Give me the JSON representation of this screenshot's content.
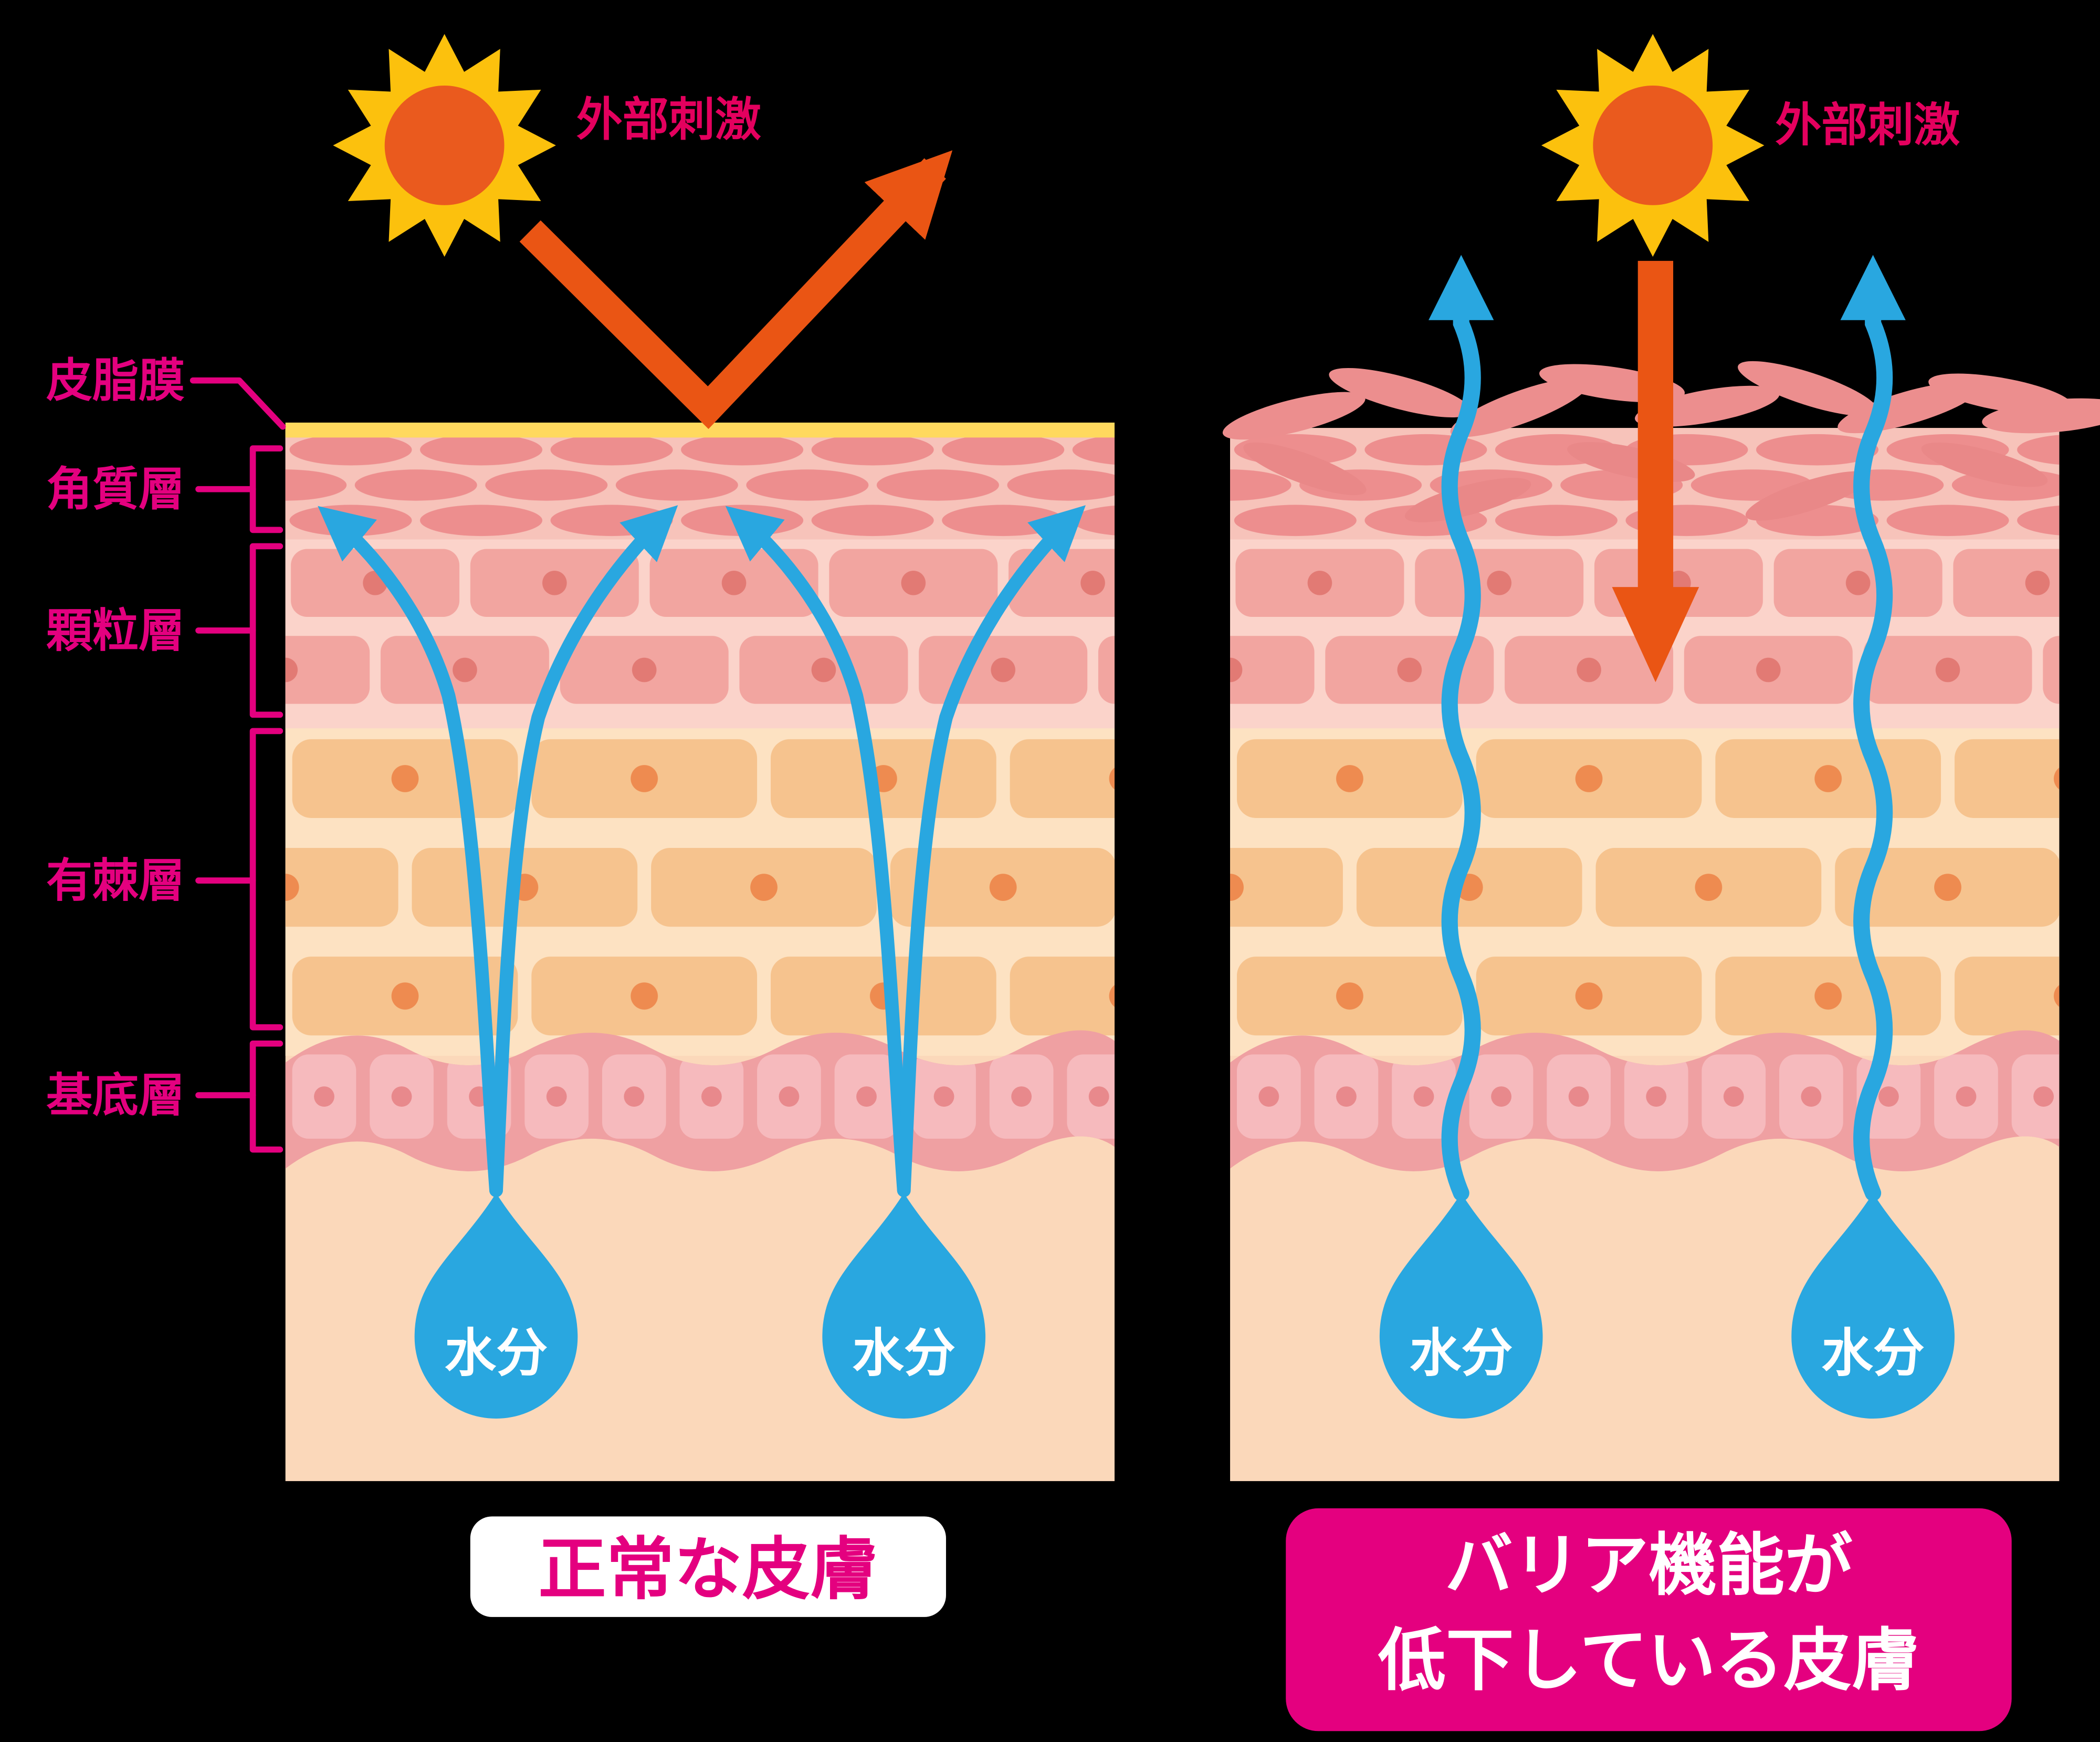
{
  "panels": {
    "left": {
      "caption": "正常な皮膚",
      "stimulus_label": "外部刺激",
      "moisture_labels": [
        "水分",
        "水分"
      ]
    },
    "right": {
      "caption_line1": "バリア機能が",
      "caption_line2": "低下している皮膚",
      "stimulus_label": "外部刺激",
      "moisture_labels": [
        "水分",
        "水分"
      ]
    }
  },
  "skin_layer_labels": [
    "皮脂膜",
    "角質層",
    "顆粒層",
    "有棘層",
    "基底層"
  ],
  "icons": {
    "sun": "sun-icon",
    "water_drop": "water-drop-icon",
    "peeling_cell": "peeling-cell-icon"
  },
  "colors": {
    "background": "#000000",
    "accent_magenta": "#e4007f",
    "stimulus_text": "#e4005e",
    "arrow_orange": "#ea5514",
    "water_blue": "#29a7e0",
    "sun_yellow": "#fcc10d",
    "sun_core": "#ea5a1e",
    "sebum_yellow": "#ffd95e",
    "dermis": "#fbd8ba",
    "corneum_cell": "#ed8e8e",
    "granular_cell": "#f2a5a0",
    "spinous_cell": "#f6c38e",
    "basal_band": "#efa0a2"
  }
}
